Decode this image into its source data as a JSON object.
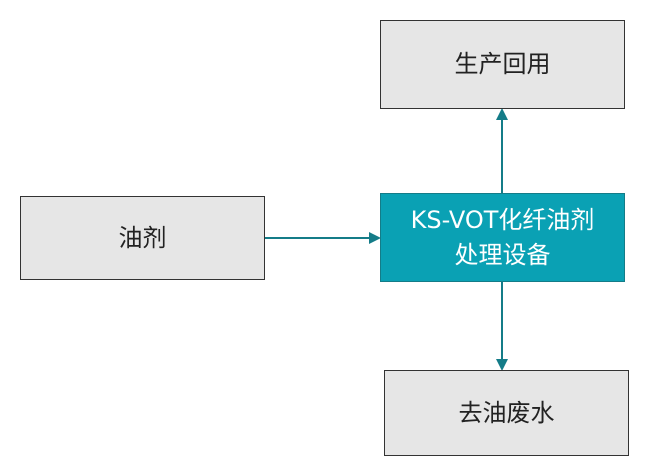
{
  "nodes": {
    "top": {
      "label": "生产回用"
    },
    "left": {
      "label": "油剂"
    },
    "center": {
      "line1": "KS-VOT化纤油剂",
      "line2": "处理设备"
    },
    "bottom": {
      "label": "去油废水"
    }
  },
  "colors": {
    "box_fill": "#e6e6e6",
    "box_border": "#333333",
    "center_fill": "#0aa1b4",
    "arrow": "#147c88"
  }
}
